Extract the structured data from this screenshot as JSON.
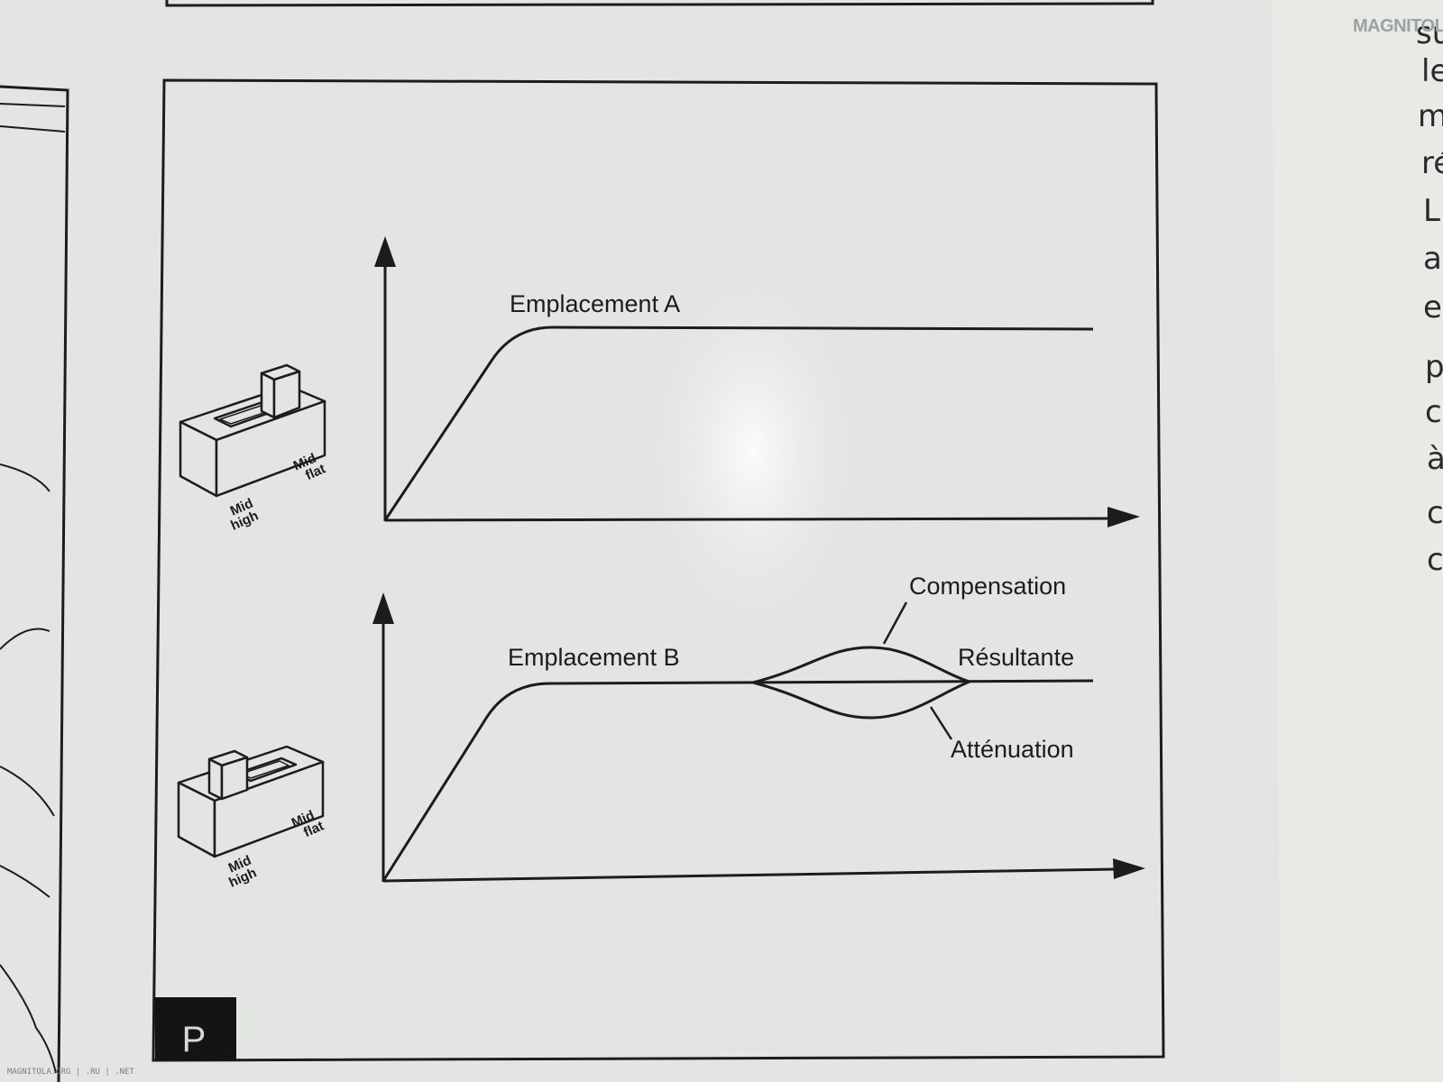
{
  "diagram": {
    "panel_a": {
      "title": "Emplacement A",
      "switch_labels": {
        "left": "Mid high",
        "right": "Mid flat"
      },
      "switch_position": "right"
    },
    "panel_b": {
      "title": "Emplacement B",
      "switch_labels": {
        "left": "Mid high",
        "right": "Mid flat"
      },
      "switch_position": "left",
      "curve_labels": {
        "boost": "Compensation",
        "result": "Résultante",
        "cut": "Atténuation"
      }
    },
    "section_badge": "P"
  },
  "margin_text": {
    "right_column_fragments": [
      "su",
      "le",
      "m",
      "ré",
      "L",
      "a",
      "e",
      "p",
      "c",
      "à",
      "c",
      "c"
    ]
  },
  "watermark": "MAGNITOLA",
  "footer": "MAGNITOLA.ORG | .RU | .NET",
  "colors": {
    "page": "#e3e5e2",
    "ink": "#1c1c1c",
    "badge": "#141414",
    "background": "#d8d8d5"
  }
}
